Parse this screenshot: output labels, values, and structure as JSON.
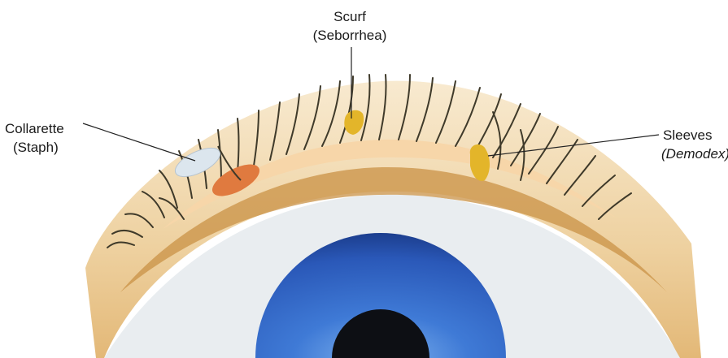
{
  "labels": {
    "scurf": {
      "line1": "Scurf",
      "line2": "(Seborrhea)"
    },
    "collarette": {
      "line1": "Collarette",
      "line2": "(Staph)"
    },
    "sleeves": {
      "line1": "Sleeves",
      "line2": "(Demodex)"
    }
  },
  "colors": {
    "background": "#ffffff",
    "skin_light": "#f4e2bd",
    "skin_mid": "#e9c48a",
    "skin_dark": "#c99145",
    "lid_margin": "#f7d6a9",
    "eyelash": "#3f3a2a",
    "sclera": "#e9edf0",
    "iris": "#2f64c6",
    "iris_dark": "#1c3e8e",
    "pupil": "#0d0f14",
    "scurf_debris": "#e3b52a",
    "collarette_debris": "#dce6ee",
    "ulcer": "#e07a3f",
    "leader_line": "#222222"
  }
}
